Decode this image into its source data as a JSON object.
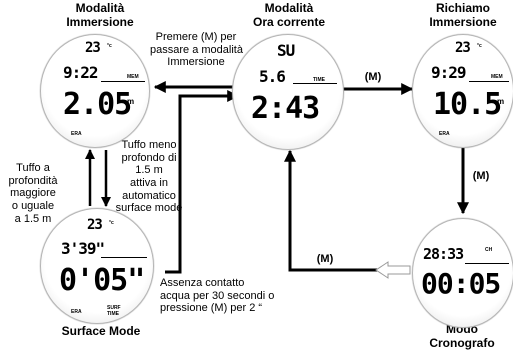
{
  "titles": {
    "immersion_mode": "Modalità\nImmersione",
    "current_time_mode": "Modalità\nOra corrente",
    "dive_recall": "Richiamo\nImmersione",
    "surface_mode": "Surface Mode",
    "stopwatch_mode": "Modo\nCronografo"
  },
  "labels": {
    "press_m_dive": "Premere (M) per\npassare a modalità\nImmersione",
    "m_right": "(M)",
    "m_down": "(M)",
    "m_left": "(M)",
    "shallow_dive": "Tuffo meno\nprofondo di\n1.5 m\nattiva in\nautomatico\nsurface mode",
    "deep_dive": "Tuffo a\nprofondità\nmaggiore\no uguale\na 1.5 m",
    "no_contact": "Assenza contatto\nacqua per 30 secondi o\npressione (M) per 2 “"
  },
  "watches": {
    "immersion": {
      "temp": "23",
      "temp_unit": "°c",
      "time": "9:22",
      "mem": "MEM",
      "depth": "2.05",
      "depth_unit": "m",
      "era": "ERA"
    },
    "current": {
      "day": "SU",
      "date": "5.6",
      "time_tag": "TIME",
      "clock": "2:43"
    },
    "recall": {
      "temp": "23",
      "temp_unit": "°c",
      "time": "9:29",
      "mem": "MEM",
      "depth": "10.5",
      "depth_unit": "m",
      "era": "ERA"
    },
    "surface": {
      "temp": "23",
      "temp_unit": "°c",
      "dive_time": "3'39\"",
      "surf_time": "0'05\"",
      "era": "ERA",
      "surf": "SURF",
      "time_tag": "TIME"
    },
    "stopwatch": {
      "top": "28:33",
      "tag": "CH",
      "main": "00:05"
    }
  }
}
